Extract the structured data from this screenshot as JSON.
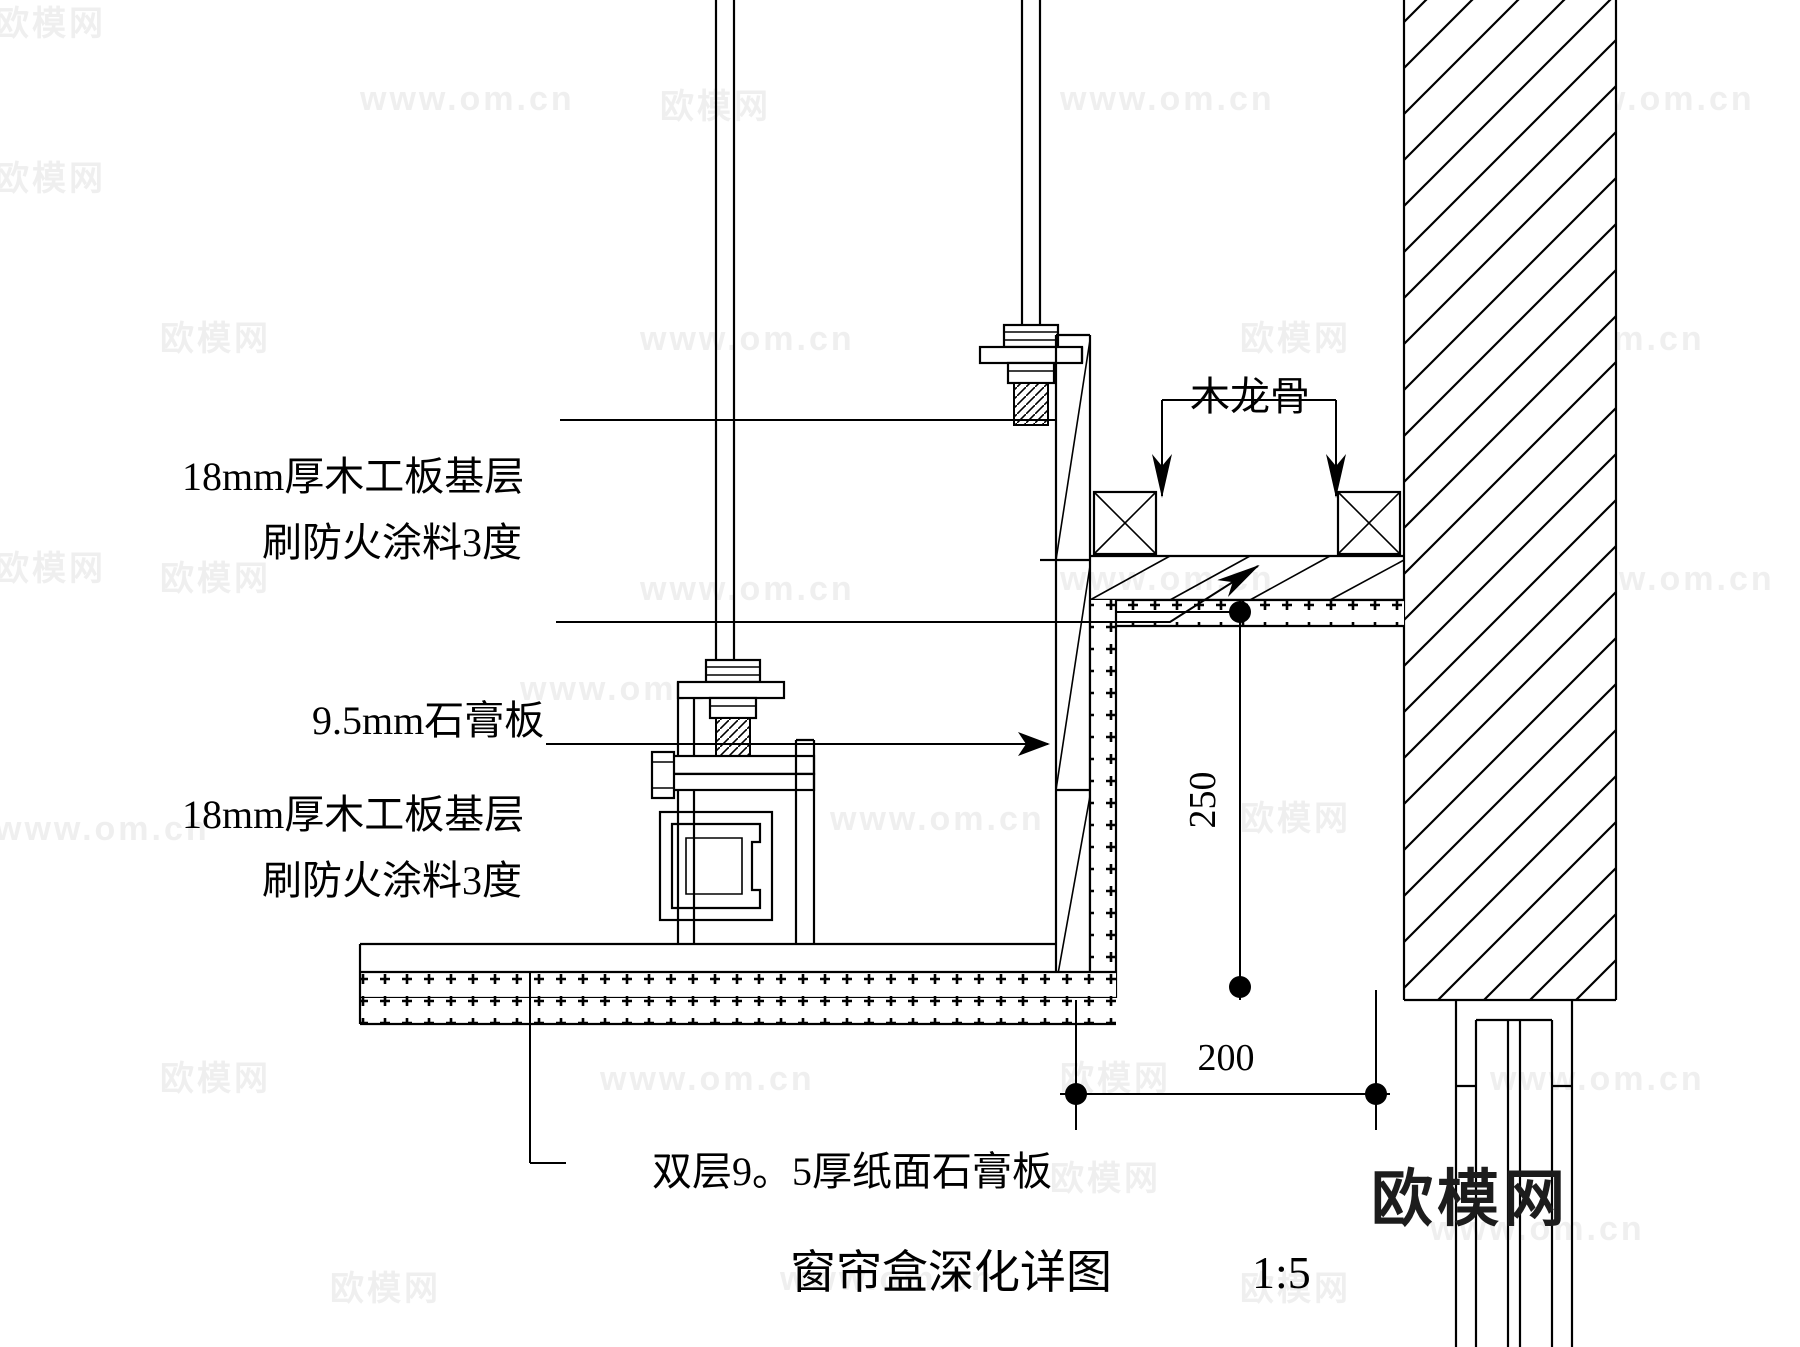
{
  "drawing": {
    "title": "窗帘盒深化详图",
    "scale": "1:5",
    "labels": {
      "board_top_l1": "18mm厚木工板基层",
      "board_top_l2": "刷防火涂料3度",
      "gypsum": "9.5mm石膏板",
      "board_mid_l1": "18mm厚木工板基层",
      "board_mid_l2": "刷防火涂料3度",
      "keel": "木龙骨",
      "double_gypsum": "双层9。5厚纸面石膏板"
    },
    "dimensions": {
      "vertical": "250",
      "horizontal": "200"
    },
    "watermarks": {
      "url": "www.om.cn",
      "brand": "欧模网"
    },
    "colors": {
      "line": "#000000",
      "background": "#ffffff",
      "watermark": "#ececec"
    }
  }
}
